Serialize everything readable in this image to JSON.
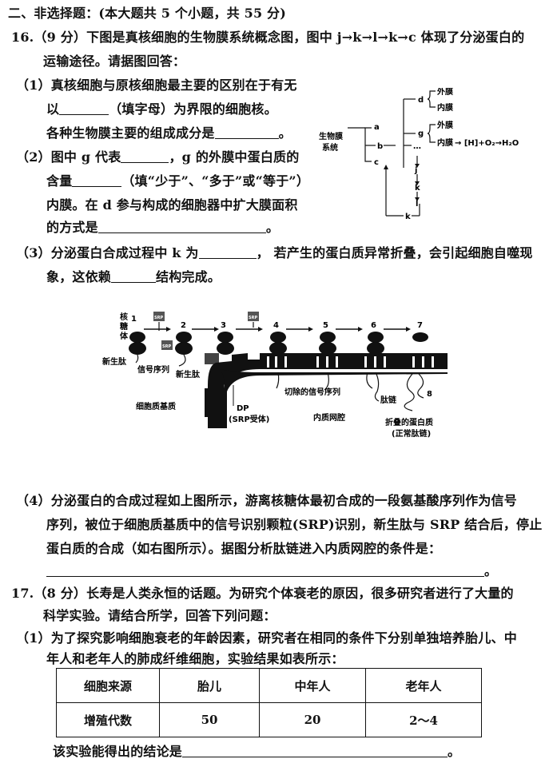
{
  "section_header": "二、非选择题：(本大题共 5 个小题，共 55 分)",
  "q16": {
    "stem_line1": "16.（9 分）下图是真核细胞的生物膜系统概念图，图中 j→k→l→k→c 体现了分泌蛋白的",
    "stem_line2": "运输途径。请据图回答：",
    "p1_line1": "（1）真核细胞与原核细胞最主要的区别在于有无",
    "p1_line2a": "以",
    "p1_line2b": "（填字母）为界限的细胞核。",
    "p1_line3a": "各种生物膜主要的组成成分是",
    "p1_line3b": "。",
    "p2_line1a": "（2）图中 g 代表",
    "p2_line1b": "，g 的外膜中蛋白质的",
    "p2_line2a": "含量",
    "p2_line2b": "（填“少于”、“多于”或“等于”）",
    "p2_line3": "内膜。在 d 参与构成的细胞器中扩大膜面积",
    "p2_line4a": "的方式是",
    "p2_line4b": "。",
    "p3_line1a": "（3）分泌蛋白合成过程中 k 为",
    "p3_line1b": "， 若产生的蛋白质异常折叠，会引起细胞自噬现",
    "p3_line2a": "象，这依赖",
    "p3_line2b": "结构完成。",
    "p4_line1": "（4）分泌蛋白的合成过程如上图所示，游离核糖体最初合成的一段氨基酸序列作为信号",
    "p4_line2": "序列，被位于细胞质基质中的信号识别颗粒(SRP)识别，新生肽与 SRP 结合后，停止",
    "p4_line3": "蛋白质的合成（如右图所示）。据图分析肽链进入内质网腔的条件是：",
    "p4_line4": "。"
  },
  "concept_diagram": {
    "root": "生物膜",
    "root2": "系统",
    "a": "a",
    "b": "b",
    "c": "c",
    "d": "d",
    "g": "g",
    "outer": "外膜",
    "inner": "内膜",
    "outer2": "外膜",
    "inner2": "内膜",
    "reaction": "→ [H]+O₂→H₂O",
    "ellipsis": "…",
    "j": "j",
    "k1": "k",
    "l": "l",
    "k2": "k"
  },
  "srp_diagram": {
    "ribosome": "核",
    "ribosome2": "糖",
    "ribosome3": "体",
    "steps": [
      "1",
      "2",
      "3",
      "4",
      "5",
      "6",
      "7",
      "8"
    ],
    "srp": "SRP",
    "nascent_peptide": "新生肽",
    "nascent_peptide2": "新生肽",
    "signal_sequence": "信号序列",
    "cleaved_signal": "切除的信号序列",
    "peptide_chain": "肽链",
    "cytosol": "细胞质基质",
    "dp": "DP",
    "srp_receptor": "(SRP受体)",
    "er_lumen": "内质网腔",
    "folded_protein": "折叠的蛋白质",
    "normal_chain": "(正常肽链)"
  },
  "q17": {
    "stem_line1": "17.（8 分）长寿是人类永恒的话题。为研究个体衰老的原因，很多研究者进行了大量的",
    "stem_line2": "科学实验。请结合所学，回答下列问题：",
    "p1_line1": "（1）为了探究影响细胞衰老的年龄因素，研究者在相同的条件下分别单独培养胎儿、中",
    "p1_line2": "年人和老年人的肺成纤维细胞，实验结果如表所示：",
    "table": {
      "header": [
        "细胞来源",
        "胎儿",
        "中年人",
        "老年人"
      ],
      "row": [
        "增殖代数",
        "50",
        "20",
        "2～4"
      ]
    },
    "conclusion_a": "该实验能得出的结论是",
    "conclusion_b": "。"
  }
}
